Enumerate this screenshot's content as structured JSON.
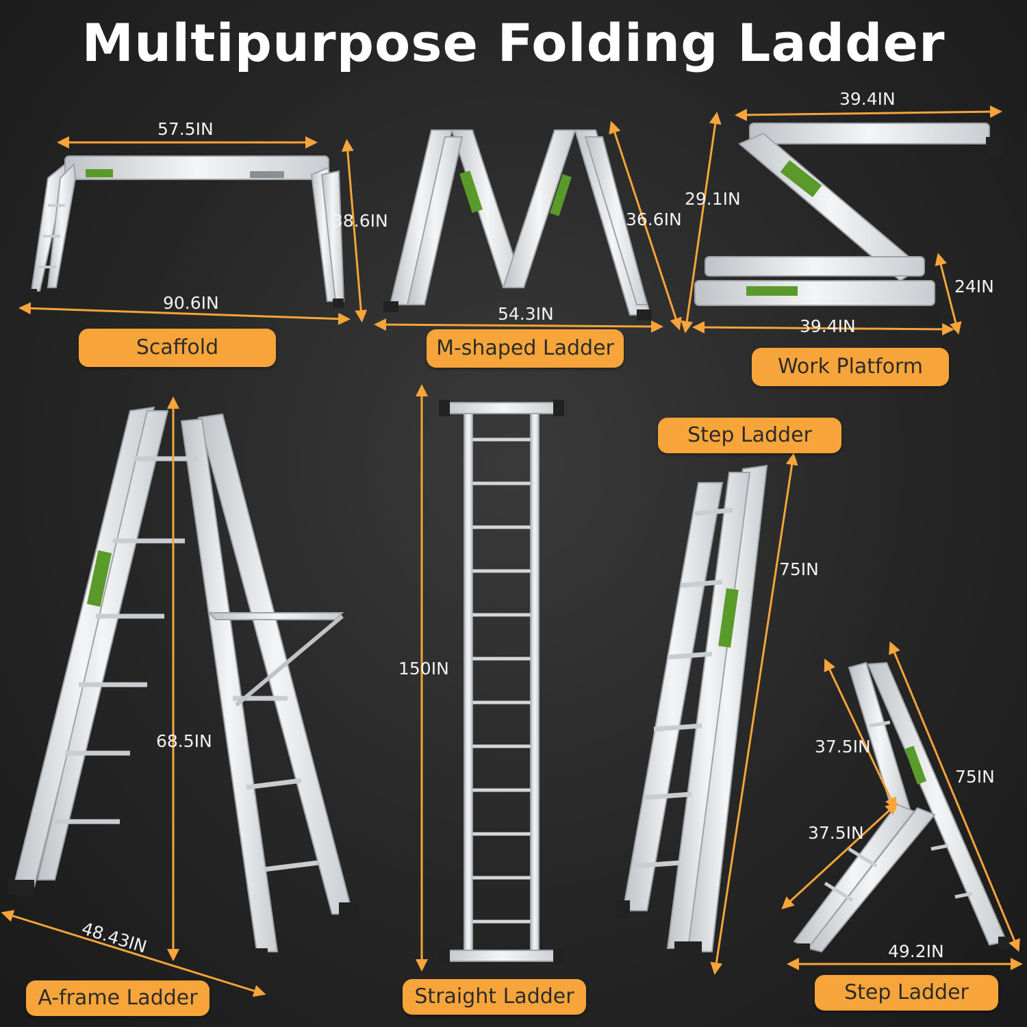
{
  "title": "Multipurpose Folding Ladder",
  "colors": {
    "accent": "#f7a53a",
    "background": "#262626",
    "metal": "#e4e6e8",
    "label_green": "#5a9a2a"
  },
  "configs": {
    "scaffold": {
      "label": "Scaffold",
      "width_top": "57.5IN",
      "height": "38.6IN",
      "length_base": "90.6IN"
    },
    "m_shaped": {
      "label": "M-shaped Ladder",
      "height": "36.6IN",
      "base": "54.3IN"
    },
    "work_platform": {
      "label": "Work Platform",
      "top": "39.4IN",
      "height": "29.1IN",
      "side": "24IN",
      "base": "39.4IN"
    },
    "a_frame": {
      "label": "A-frame Ladder",
      "height": "68.5IN",
      "base": "48.43IN"
    },
    "straight": {
      "label": "Straight Ladder",
      "height": "150IN"
    },
    "step_ladder_1": {
      "label": "Step Ladder",
      "height": "75IN"
    },
    "step_ladder_2": {
      "label": "Step Ladder",
      "length": "75IN",
      "upper": "37.5IN",
      "lower": "37.5IN",
      "base": "49.2IN"
    }
  }
}
